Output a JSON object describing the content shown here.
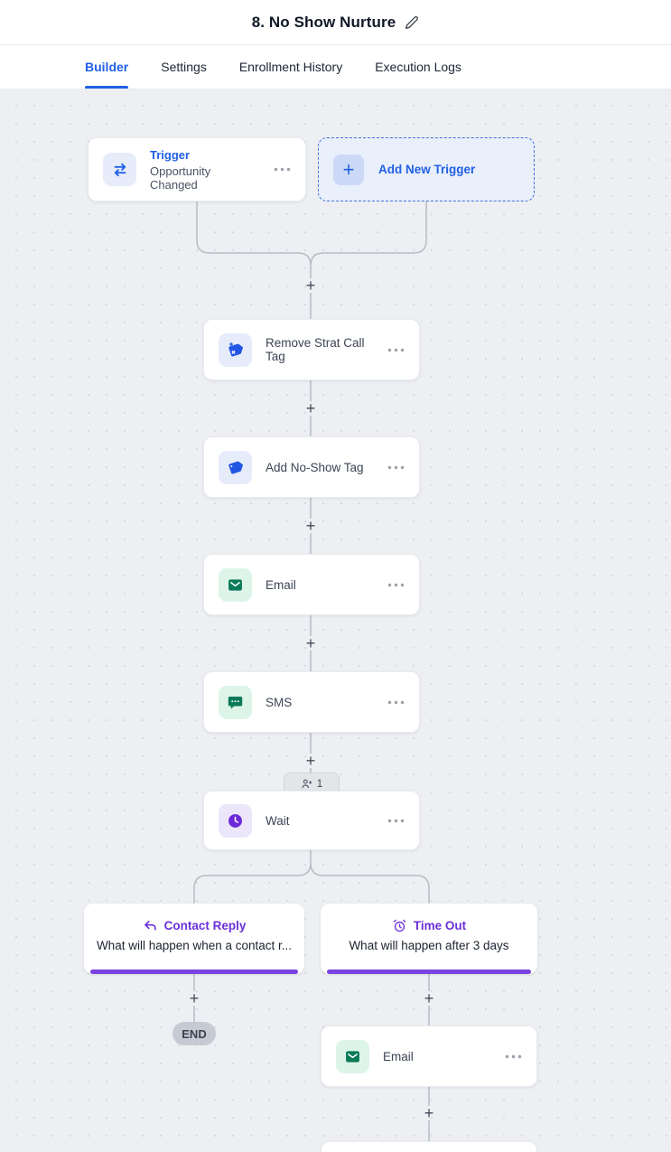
{
  "header": {
    "title": "8. No Show Nurture"
  },
  "tabs": [
    {
      "label": "Builder",
      "active": true
    },
    {
      "label": "Settings",
      "active": false
    },
    {
      "label": "Enrollment History",
      "active": false
    },
    {
      "label": "Execution Logs",
      "active": false
    }
  ],
  "ui": {
    "plus_glyph": "+"
  },
  "colors": {
    "accent_blue": "#2160e4",
    "action_green": "#0c7a58",
    "branch_purple": "#6b30d8",
    "connector_gray": "#b7bcc5",
    "canvas_bg": "#edeff2"
  },
  "triggers": {
    "trigger_card": {
      "title": "Trigger",
      "subtitle": "Opportunity Changed",
      "icon": "swap-arrows-icon"
    },
    "add_new_trigger": {
      "label": "Add New Trigger",
      "icon": "plus-icon"
    }
  },
  "actions": [
    {
      "label": "Remove Strat Call Tag",
      "icon": "tag-remove-icon"
    },
    {
      "label": "Add No-Show Tag",
      "icon": "tag-icon"
    },
    {
      "label": "Email",
      "icon": "email-icon"
    },
    {
      "label": "SMS",
      "icon": "sms-icon"
    },
    {
      "label": "Wait",
      "icon": "clock-icon",
      "badge_count": "1"
    }
  ],
  "branches": [
    {
      "title": "Contact Reply",
      "subtitle": "What will happen when a contact r...",
      "icon": "reply-arrow-icon"
    },
    {
      "title": "Time Out",
      "subtitle": "What will happen after 3 days",
      "icon": "alarm-clock-icon"
    }
  ],
  "end_label": "END",
  "branch_actions": {
    "timeout_email": {
      "label": "Email",
      "icon": "email-icon"
    }
  }
}
